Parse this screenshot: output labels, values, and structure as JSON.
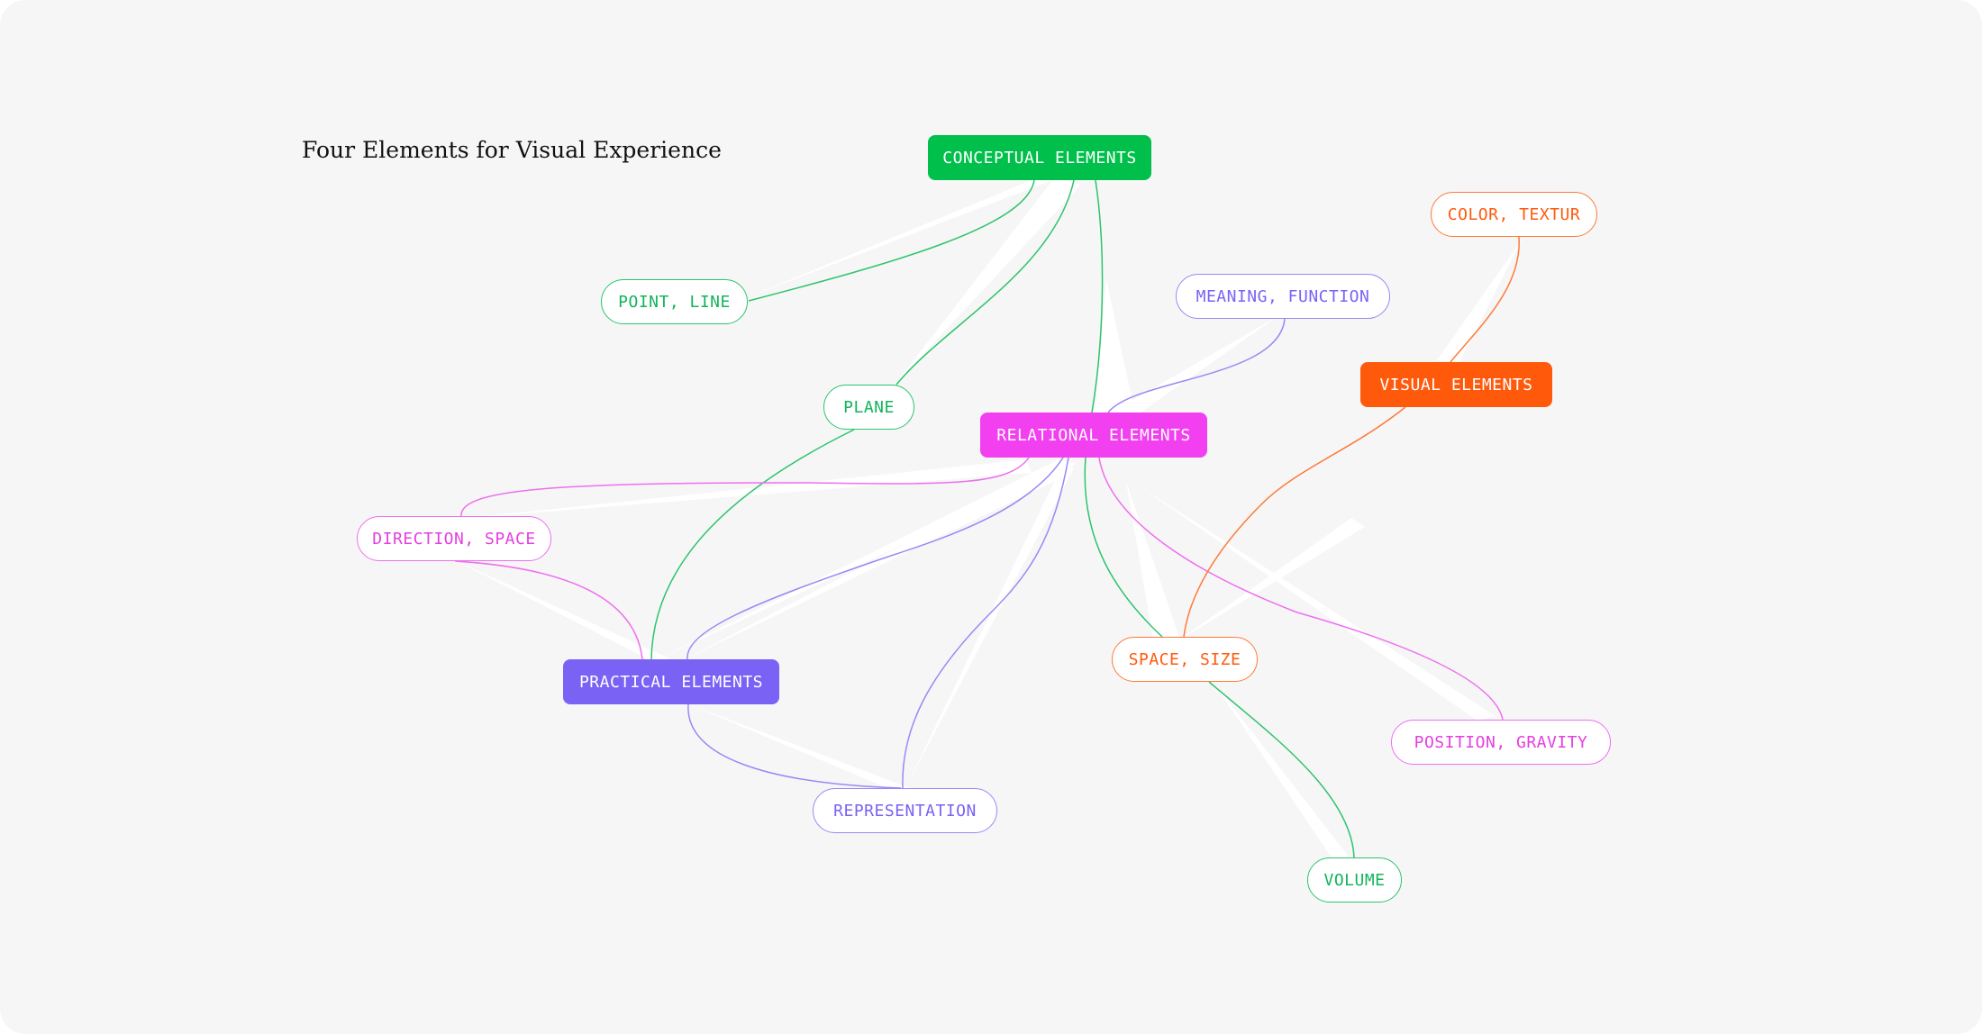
{
  "title": "Four Elements for Visual Experience",
  "colors": {
    "canvas_background": "#f6f6f6",
    "green": "#00c04b",
    "magenta": "#f23ff0",
    "orange": "#ff5a0c",
    "purple": "#7a62f5"
  },
  "nodes": {
    "conceptual": "CONCEPTUAL ELEMENTS",
    "relational": "RELATIONAL ELEMENTS",
    "visual": "VISUAL ELEMENTS",
    "practical": "PRACTICAL ELEMENTS",
    "point_line": "POINT, LINE",
    "plane": "PLANE",
    "meaning_function": "MEANING, FUNCTION",
    "color_texture": "COLOR, TEXTUR",
    "direction_space": "DIRECTION, SPACE",
    "space_size": "SPACE, SIZE",
    "position_gravity": "POSITION, GRAVITY",
    "representation": "REPRESENTATION",
    "volume": "VOLUME"
  },
  "edges": [
    {
      "from": "CONCEPTUAL ELEMENTS",
      "to": "POINT, LINE",
      "color": "green"
    },
    {
      "from": "CONCEPTUAL ELEMENTS",
      "to": "PLANE",
      "color": "green"
    },
    {
      "from": "CONCEPTUAL ELEMENTS",
      "to": "RELATIONAL ELEMENTS",
      "color": "green"
    },
    {
      "from": "PLANE",
      "to": "PRACTICAL ELEMENTS",
      "color": "green"
    },
    {
      "from": "RELATIONAL ELEMENTS",
      "to": "SPACE, SIZE",
      "color": "green"
    },
    {
      "from": "SPACE, SIZE",
      "to": "VOLUME",
      "color": "green"
    },
    {
      "from": "MEANING, FUNCTION",
      "to": "RELATIONAL ELEMENTS",
      "color": "purple"
    },
    {
      "from": "RELATIONAL ELEMENTS",
      "to": "PRACTICAL ELEMENTS",
      "color": "purple"
    },
    {
      "from": "RELATIONAL ELEMENTS",
      "to": "REPRESENTATION",
      "color": "purple"
    },
    {
      "from": "PRACTICAL ELEMENTS",
      "to": "REPRESENTATION",
      "color": "purple"
    },
    {
      "from": "RELATIONAL ELEMENTS",
      "to": "DIRECTION, SPACE",
      "color": "magenta"
    },
    {
      "from": "DIRECTION, SPACE",
      "to": "PRACTICAL ELEMENTS",
      "color": "magenta"
    },
    {
      "from": "RELATIONAL ELEMENTS",
      "to": "POSITION, GRAVITY",
      "color": "magenta"
    },
    {
      "from": "COLOR, TEXTUR",
      "to": "VISUAL ELEMENTS",
      "color": "orange"
    },
    {
      "from": "VISUAL ELEMENTS",
      "to": "SPACE, SIZE",
      "color": "orange"
    }
  ]
}
